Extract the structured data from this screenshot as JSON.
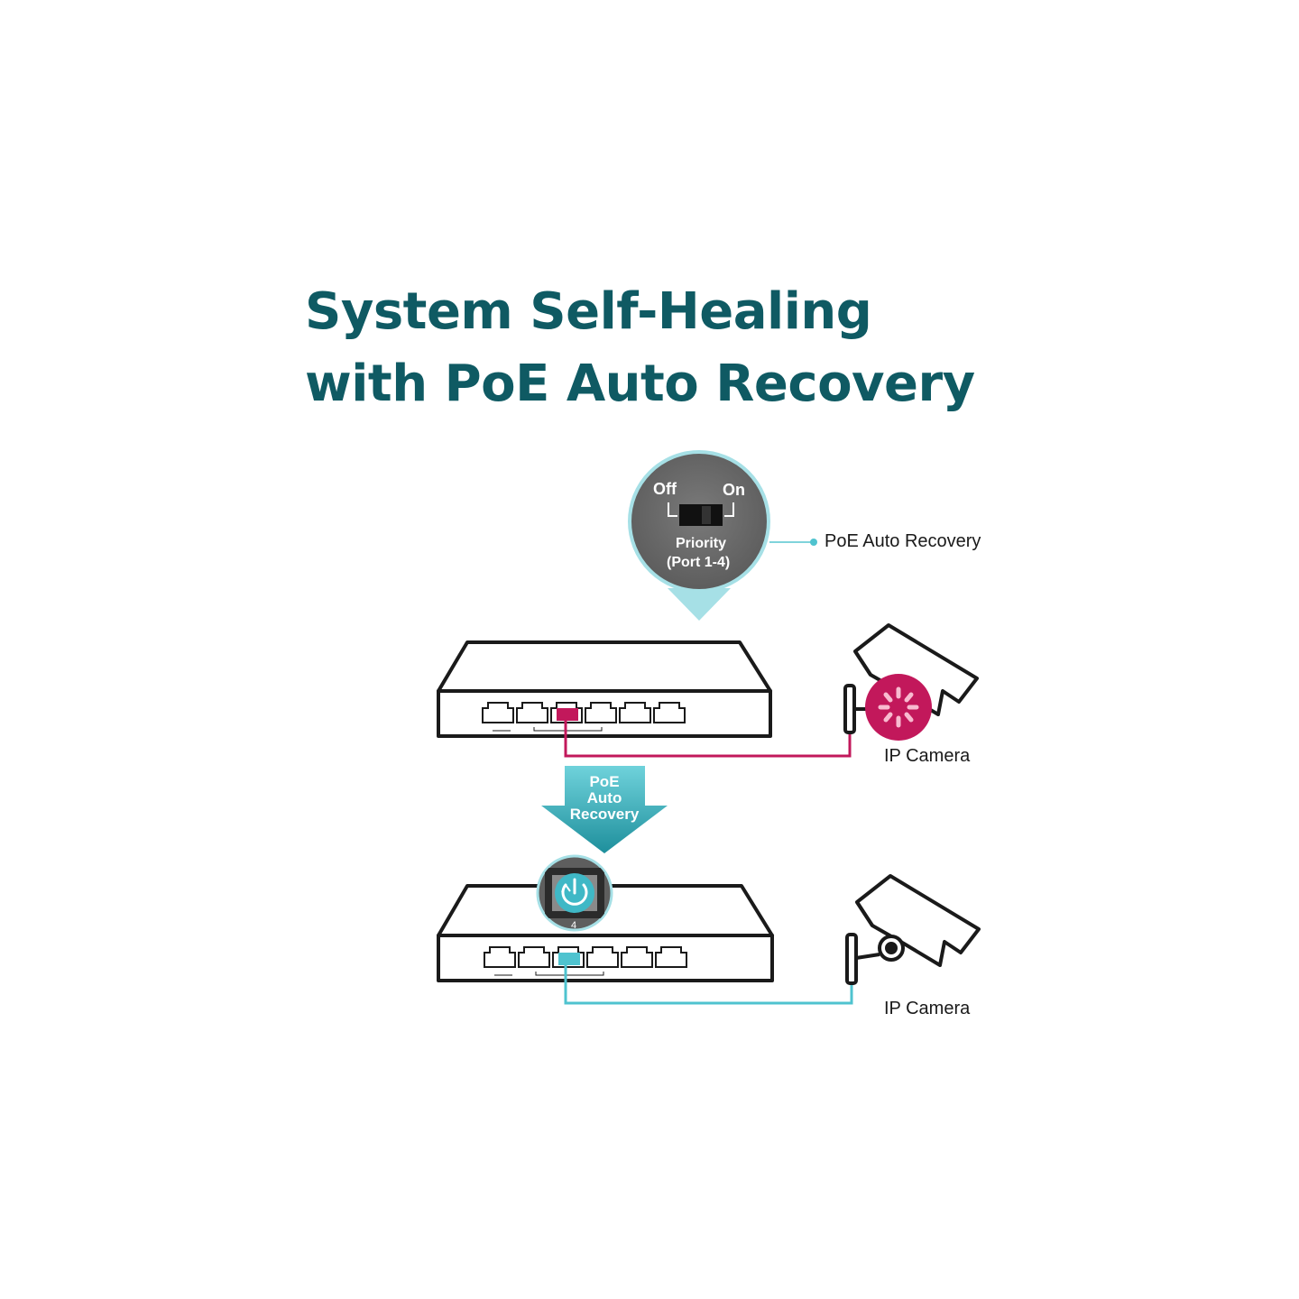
{
  "title": {
    "line1": "System Self-Healing",
    "line2": "with PoE Auto Recovery"
  },
  "switch_callout": {
    "off_label": "Off",
    "on_label": "On",
    "priority_line1": "Priority",
    "priority_line2": "(Port 1-4)"
  },
  "poe_auto_recovery_label": "PoE Auto Recovery",
  "camera_top_label": "IP Camera",
  "camera_bottom_label": "IP Camera",
  "recovery_arrow": {
    "line1": "PoE",
    "line2": "Auto",
    "line3": "Recovery"
  },
  "port_badge_number": "4",
  "colors": {
    "title": "#0f5a63",
    "accent_teal": "#4fc3cf",
    "fault_magenta": "#c2185b",
    "outline": "#1a1a1a",
    "callout_gray": "#6b6b6b"
  },
  "icons": [
    "power-restart-icon",
    "loading-spinner-icon",
    "ip-camera-icon",
    "network-switch-icon"
  ]
}
